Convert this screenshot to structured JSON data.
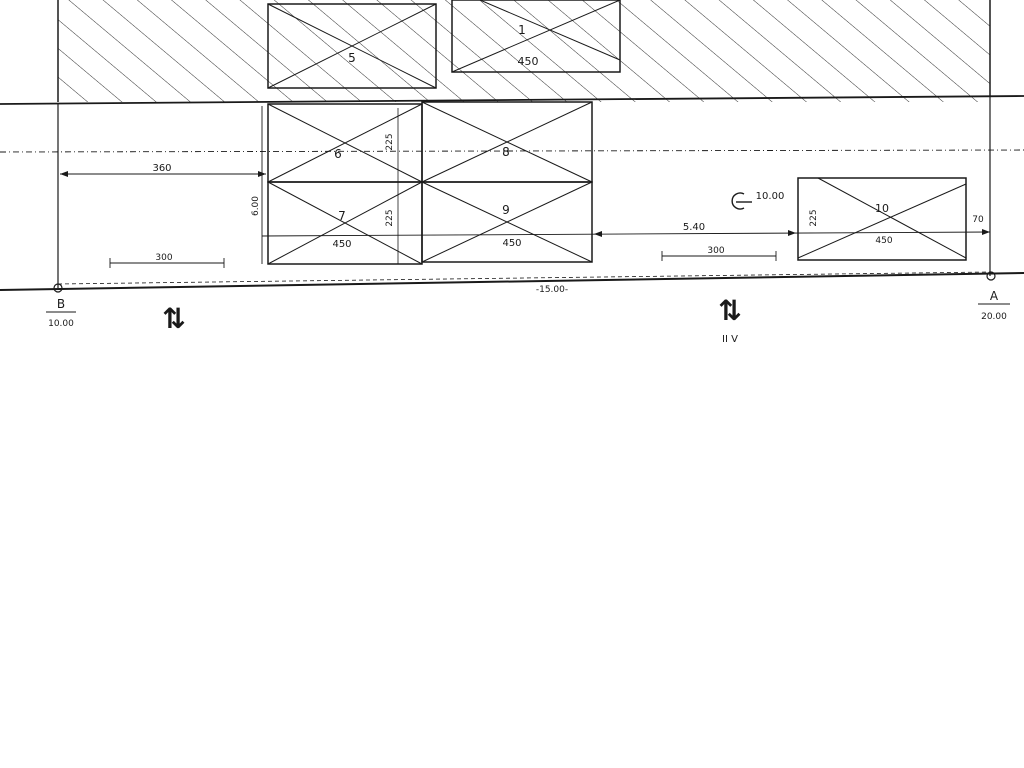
{
  "plan": {
    "spaces": [
      {
        "id": "5",
        "label": "5",
        "width": "",
        "depth": ""
      },
      {
        "id": "1",
        "label": "1",
        "width": "450",
        "depth": ""
      },
      {
        "id": "6",
        "label": "6",
        "width": "",
        "depth": "225"
      },
      {
        "id": "8",
        "label": "8",
        "width": "",
        "depth": ""
      },
      {
        "id": "7",
        "label": "7",
        "width": "450",
        "depth": "225"
      },
      {
        "id": "9",
        "label": "9",
        "width": "450",
        "depth": ""
      },
      {
        "id": "10",
        "label": "10",
        "width": "450",
        "depth": "225"
      }
    ],
    "dimensions": {
      "left_offset": "360",
      "block_depth": "6.00",
      "left_ruler": "300",
      "gap_to_right": "5.40",
      "right_ruler": "300",
      "right_margin": "70",
      "total_length": "-15.00-"
    },
    "level_mark": "10.00",
    "points": [
      {
        "id": "B",
        "label": "B",
        "elevation": "10.00"
      },
      {
        "id": "A",
        "label": "A",
        "elevation": "20.00"
      }
    ],
    "direction_marks": [
      "⇅",
      "⇅"
    ],
    "direction_caption": "II  V"
  }
}
